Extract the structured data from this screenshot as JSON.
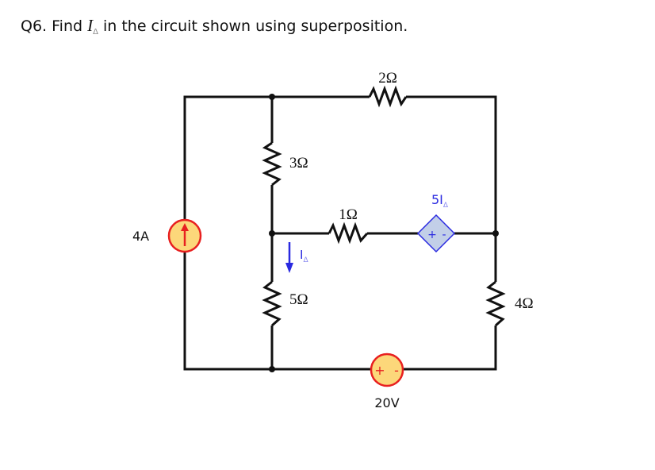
{
  "question": {
    "prefix": "Q6.  Find ",
    "variable": "I",
    "variable_subscript": "Δ",
    "suffix": " in the circuit shown using superposition."
  },
  "circuit": {
    "components": {
      "current_source": {
        "label": "4A",
        "direction": "up",
        "fill_color": "#fcd77a",
        "stroke_color": "#e82020"
      },
      "r_top": {
        "label": "2Ω"
      },
      "r_left_upper": {
        "label": "3Ω"
      },
      "r_middle": {
        "label": "1Ω"
      },
      "r_left_lower": {
        "label": "5Ω"
      },
      "r_right": {
        "label": "4Ω"
      },
      "dependent_source": {
        "label_main": "5I",
        "label_sub": "Δ",
        "plus": "+",
        "minus": "-",
        "fill_color": "#c2cfe8",
        "stroke_color": "#2a2ae0"
      },
      "voltage_source": {
        "label": "20V",
        "plus": "+",
        "minus": "-",
        "fill_color": "#fcd77a",
        "stroke_color": "#e82020"
      }
    },
    "current_indicator": {
      "label_main": "I",
      "label_sub": "Δ",
      "direction": "down",
      "color": "#2a2ae0"
    }
  }
}
